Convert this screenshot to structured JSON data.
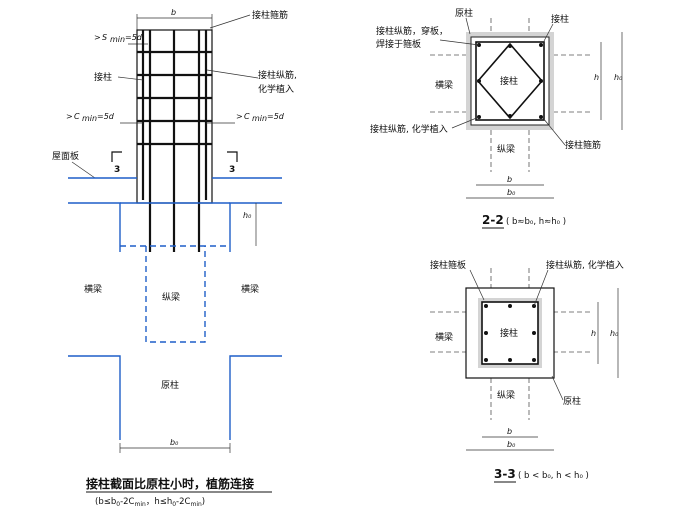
{
  "left_figure": {
    "dims": {
      "b": "b",
      "b0": "b₀",
      "h0": "h₀",
      "smin": "S",
      "smin_sub": "min",
      "smin_eq": "=5d",
      "cmin": "C",
      "cmin_sub": "min",
      "cmin_eq": "=5d",
      "gt": ">"
    },
    "labels": {
      "stirrup": "接柱箍筋",
      "column": "接柱",
      "long_bars_1": "接柱纵筋,",
      "long_bars_2": "化学植入",
      "roof_slab": "屋面板",
      "section_mark": "3",
      "cross_beam_left": "横梁",
      "cross_beam_right": "横梁",
      "long_beam": "纵梁",
      "orig_column": "原柱"
    },
    "title": "接柱截面比原柱小时，植筋连接",
    "subtitle_1": "(b≤b",
    "subtitle_1b": "0",
    "subtitle_1c": "-2C",
    "subtitle_1d": "min",
    "subtitle_2": "，h≤h",
    "subtitle_2b": "0",
    "subtitle_2c": "-2C",
    "subtitle_2d": "min",
    "subtitle_end": ")"
  },
  "section_2": {
    "labels": {
      "orig_column": "原柱",
      "column_top": "接柱",
      "bars_1": "接柱纵筋，穿板，",
      "bars_2": "焊接于箍板",
      "column": "接柱",
      "cross_beam": "横梁",
      "long_beam": "纵梁",
      "bars_chem": "接柱纵筋, 化学植入",
      "stirrup": "接柱箍筋"
    },
    "dims": {
      "b": "b",
      "b0": "b₀",
      "h": "h",
      "h0": "h₀"
    },
    "title": "2-2",
    "subtitle": "( b≈b₀, h≈h₀ )"
  },
  "section_3": {
    "labels": {
      "hoop_plate": "接柱箍板",
      "bars_chem": "接柱纵筋, 化学植入",
      "cross_beam": "横梁",
      "column": "接柱",
      "long_beam": "纵梁",
      "orig_column": "原柱"
    },
    "dims": {
      "b": "b",
      "b0": "b₀",
      "h": "h",
      "h0": "h₀"
    },
    "title": "3-3",
    "subtitle": "( b < b₀, h < h₀ )"
  }
}
